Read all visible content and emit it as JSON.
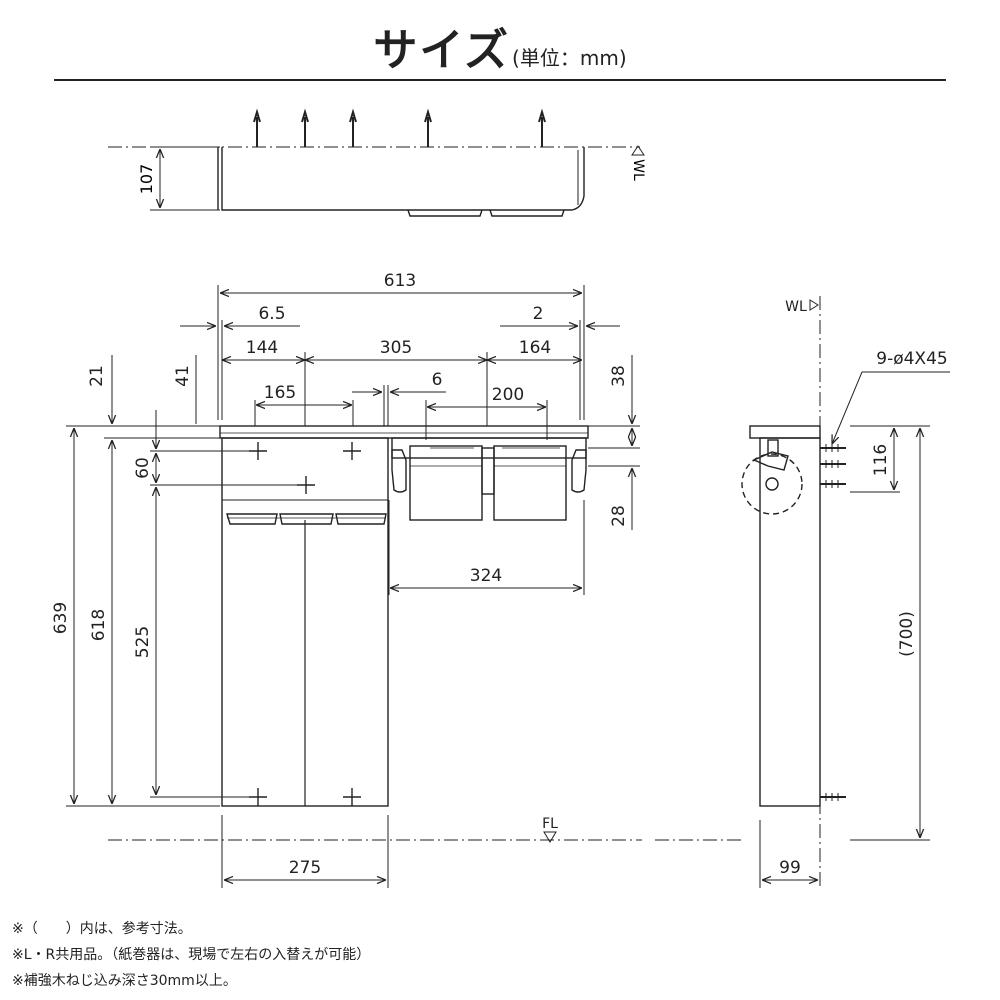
{
  "title": {
    "main": "サイズ",
    "unit": "(単位：mm)"
  },
  "top_view": {
    "dim_depth": "107",
    "wl_label": "WL"
  },
  "front_view": {
    "dim_total_width": "613",
    "dim_left_offset": "6.5",
    "dim_right_offset": "2",
    "dim_left_section": "144",
    "dim_middle_section": "305",
    "dim_right_section": "164",
    "dim_screw_span_left": "165",
    "dim_gap": "6",
    "dim_screw_span_right": "200",
    "dim_21": "21",
    "dim_41": "41",
    "dim_60": "60",
    "dim_639": "639",
    "dim_618": "618",
    "dim_525": "525",
    "dim_38": "38",
    "dim_28": "28",
    "dim_324": "324",
    "dim_bottom_width": "275",
    "fl_label": "FL"
  },
  "side_view": {
    "wl_label": "WL",
    "screw_spec": "9-ø4X45",
    "dim_116": "116",
    "dim_700": "(700)",
    "dim_99": "99"
  },
  "notes": [
    "※（　　）内は、参考寸法。",
    "※L・R共用品。（紙巻器は、現場で左右の入替えが可能）",
    "※補強木ねじ込み深さ30mm以上。"
  ]
}
